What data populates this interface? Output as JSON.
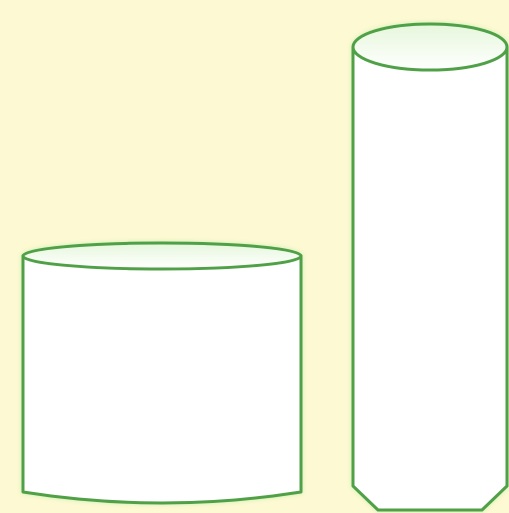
{
  "diagram": {
    "background_color": "#fdf9d2",
    "stroke_color": "#4fa046",
    "glow_color": "#c6f0b4",
    "body_fill": "#ffffff",
    "top_fill": "#f7fdf2",
    "shapes": [
      {
        "id": "wide-short-cylinder",
        "kind": "cylinder"
      },
      {
        "id": "narrow-tall-cylinder",
        "kind": "cylinder"
      }
    ]
  }
}
